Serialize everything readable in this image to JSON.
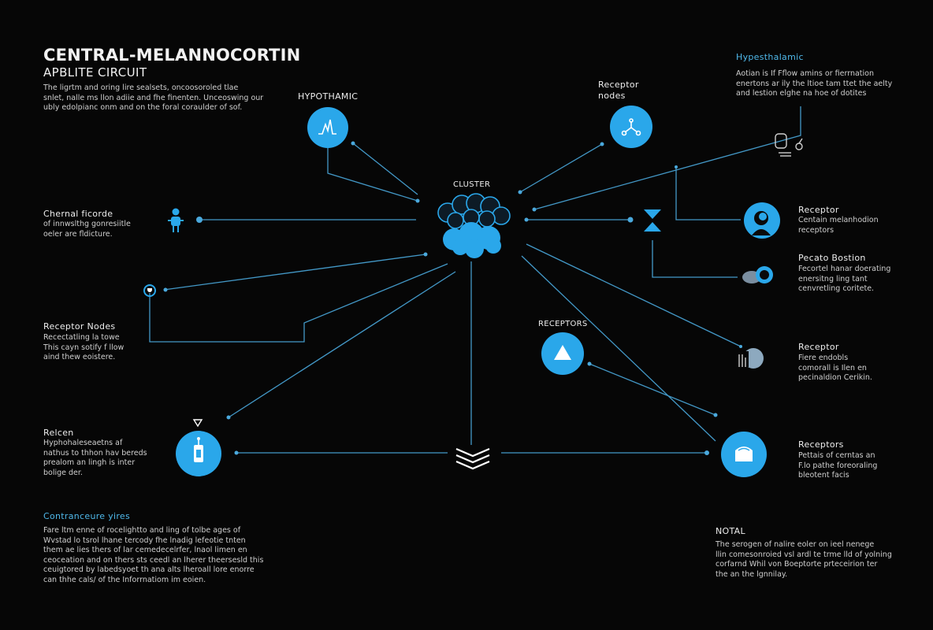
{
  "header": {
    "title": "CENTRAL-MELANNOCORTIN",
    "subtitle": "APBLITE CIRCUIT",
    "intro": [
      "The ligrtm and oring lire sealsets, oncoosoroled tlae",
      "snlet, nalle ms llon adiie and fhe finenten. Unceoswing our",
      "ubly edolpianc onm and on the foral coraulder of sof."
    ]
  },
  "nodes": {
    "hypothamic_label": "HYPOTHAMIC",
    "receptor_nodes_top": [
      "Receptor",
      "nodes"
    ],
    "cluster_label": "CLUSTER",
    "receptors_mid_label": "RECEPTORS"
  },
  "left": {
    "chemical": {
      "title": "Chernal ficorde",
      "lines": [
        "of innwslthg gonresiitle",
        "oeler are fldicture."
      ]
    },
    "receptor_nodes": {
      "title": "Receptor Nodes",
      "lines": [
        "Recectatling la towe",
        "This cayn sotify f llow",
        "aind thew eoistere."
      ]
    },
    "relcen": {
      "title": "Relcen",
      "lines": [
        "Hyphohaleseaetns af",
        "nathus to thhon hav bereds",
        "prealom an lingh is inter",
        "bolige der."
      ]
    }
  },
  "right": {
    "hypothalamic": {
      "title": "Hypesthalamic",
      "lines": [
        "Aotian is If Fflow amins or fierrnation",
        "enertons ar ily the ltioe tam ttet the aelty",
        "and lestion elghe na hoe of dotites"
      ]
    },
    "receptor1": {
      "title": "Receptor",
      "lines": [
        "Centain melanhodion",
        "receptors"
      ]
    },
    "precast": {
      "title": "Pecato Bostion",
      "lines": [
        "Fecortel hanar doerating",
        "enersitng ling tant",
        "cenvretling coritete."
      ]
    },
    "receptor2": {
      "title": "Receptor",
      "lines": [
        "Fiere endobls",
        "comorall is Ilen en",
        "pecinaldion Cerikin."
      ]
    },
    "receptors3": {
      "title": "Receptors",
      "lines": [
        "Pettais of cerntas an",
        "F.lo pathe foreoraling",
        "bleotent facis"
      ]
    }
  },
  "bottom": {
    "left": {
      "title": "Contranceure yires",
      "lines": [
        "Fare ltm enne of rocelightto and ling of tolbe ages of",
        "Wvstad lo tsrol lhane tercody fhe lnadig lefeotie tnten",
        "them ae lies thers of lar cemedecelrfer, lnaol limen en",
        "ceoceation and on thers sts ceedl an lherer theersesld this",
        "ceuigtored by labedsyoet th ana alts lheroall lore enorre",
        "can thhe cals/ of the Inforrnatiom im eoien."
      ]
    },
    "right": {
      "title": "NOTAL",
      "lines": [
        "The serogen of nalire eoler on ieel nenege",
        "llin comesonroied vsl ardl te trme lld of yolning",
        "corfarnd Whil von Boeptorte prteceirion ter",
        "the an the lgnnilay."
      ]
    }
  },
  "colors": {
    "background": "#060606",
    "accent": "#2aa7ea",
    "wire": "#4aa9dd",
    "text": "#d8d8d8"
  },
  "icons": [
    "waveform-icon",
    "molecule-icon",
    "brain-cloud-icon",
    "person-icon",
    "hourglass-icon",
    "profile-icon",
    "lens-icon",
    "face-icon",
    "cylinder-icon",
    "triangle-icon",
    "chevron-stack-icon",
    "head-icon",
    "heart-icon"
  ]
}
